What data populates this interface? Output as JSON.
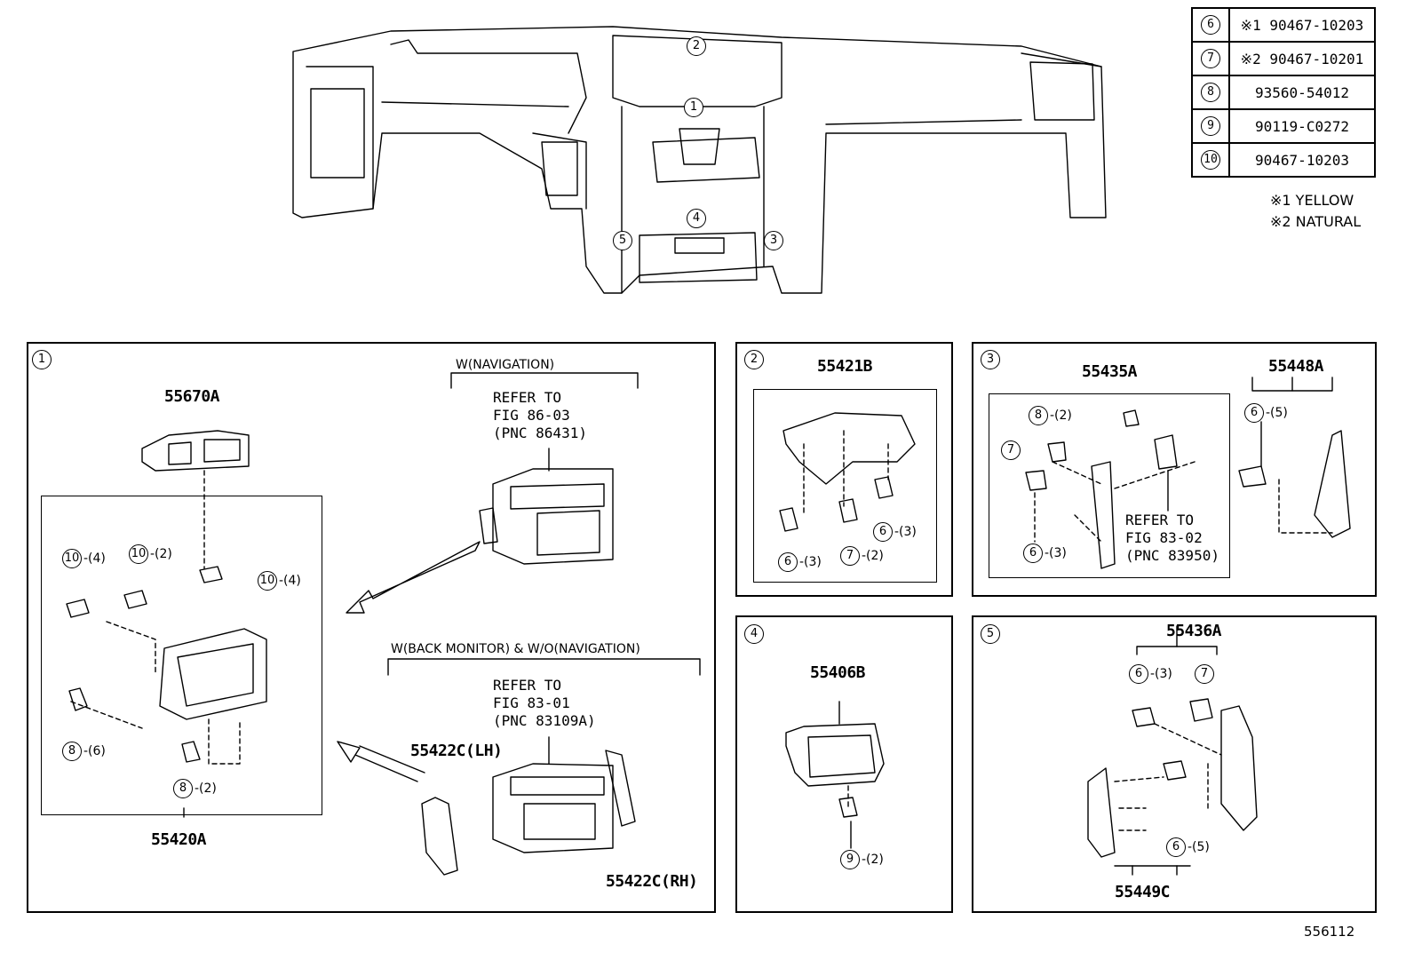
{
  "overview": {
    "callouts": [
      "1",
      "2",
      "3",
      "4",
      "5"
    ]
  },
  "legend": {
    "rows": [
      {
        "num": "6",
        "part": "※1 90467-10203"
      },
      {
        "num": "7",
        "part": "※2 90467-10201"
      },
      {
        "num": "8",
        "part": "93560-54012"
      },
      {
        "num": "9",
        "part": "90119-C0272"
      },
      {
        "num": "10",
        "part": "90467-10203"
      }
    ],
    "notes": [
      "※1 YELLOW",
      "※2 NATURAL"
    ]
  },
  "panel1": {
    "num": "1",
    "part_top": "55670A",
    "part_bottom": "55420A",
    "nav_header": "W(NAVIGATION)",
    "nav_ref": "REFER TO\nFIG 86-03\n(PNC 86431)",
    "back_header": "W(BACK MONITOR) & W/O(NAVIGATION)",
    "back_ref": "REFER TO\nFIG 83-01\n(PNC 83109A)",
    "part_lh": "55422C(LH)",
    "part_rh": "55422C(RH)",
    "callouts": [
      {
        "num": "10",
        "qty": "-(4)"
      },
      {
        "num": "10",
        "qty": "-(2)"
      },
      {
        "num": "10",
        "qty": "-(4)"
      },
      {
        "num": "8",
        "qty": "-(6)"
      },
      {
        "num": "8",
        "qty": "-(2)"
      }
    ]
  },
  "panel2": {
    "num": "2",
    "part": "55421B",
    "callouts": [
      {
        "num": "6",
        "qty": "-(3)"
      },
      {
        "num": "7",
        "qty": "-(2)"
      },
      {
        "num": "6",
        "qty": "-(3)"
      }
    ]
  },
  "panel3": {
    "num": "3",
    "part_a": "55435A",
    "part_b": "55448A",
    "ref": "REFER TO\nFIG 83-02\n(PNC 83950)",
    "callouts": [
      {
        "num": "8",
        "qty": "-(2)"
      },
      {
        "num": "7",
        "qty": ""
      },
      {
        "num": "6",
        "qty": "-(3)"
      },
      {
        "num": "6",
        "qty": "-(5)"
      }
    ]
  },
  "panel4": {
    "num": "4",
    "part": "55406B",
    "callouts": [
      {
        "num": "9",
        "qty": "-(2)"
      }
    ]
  },
  "panel5": {
    "num": "5",
    "part_a": "55436A",
    "part_b": "55449C",
    "callouts": [
      {
        "num": "6",
        "qty": "-(3)"
      },
      {
        "num": "7",
        "qty": ""
      },
      {
        "num": "6",
        "qty": "-(5)"
      }
    ]
  },
  "figure_id": "556112"
}
